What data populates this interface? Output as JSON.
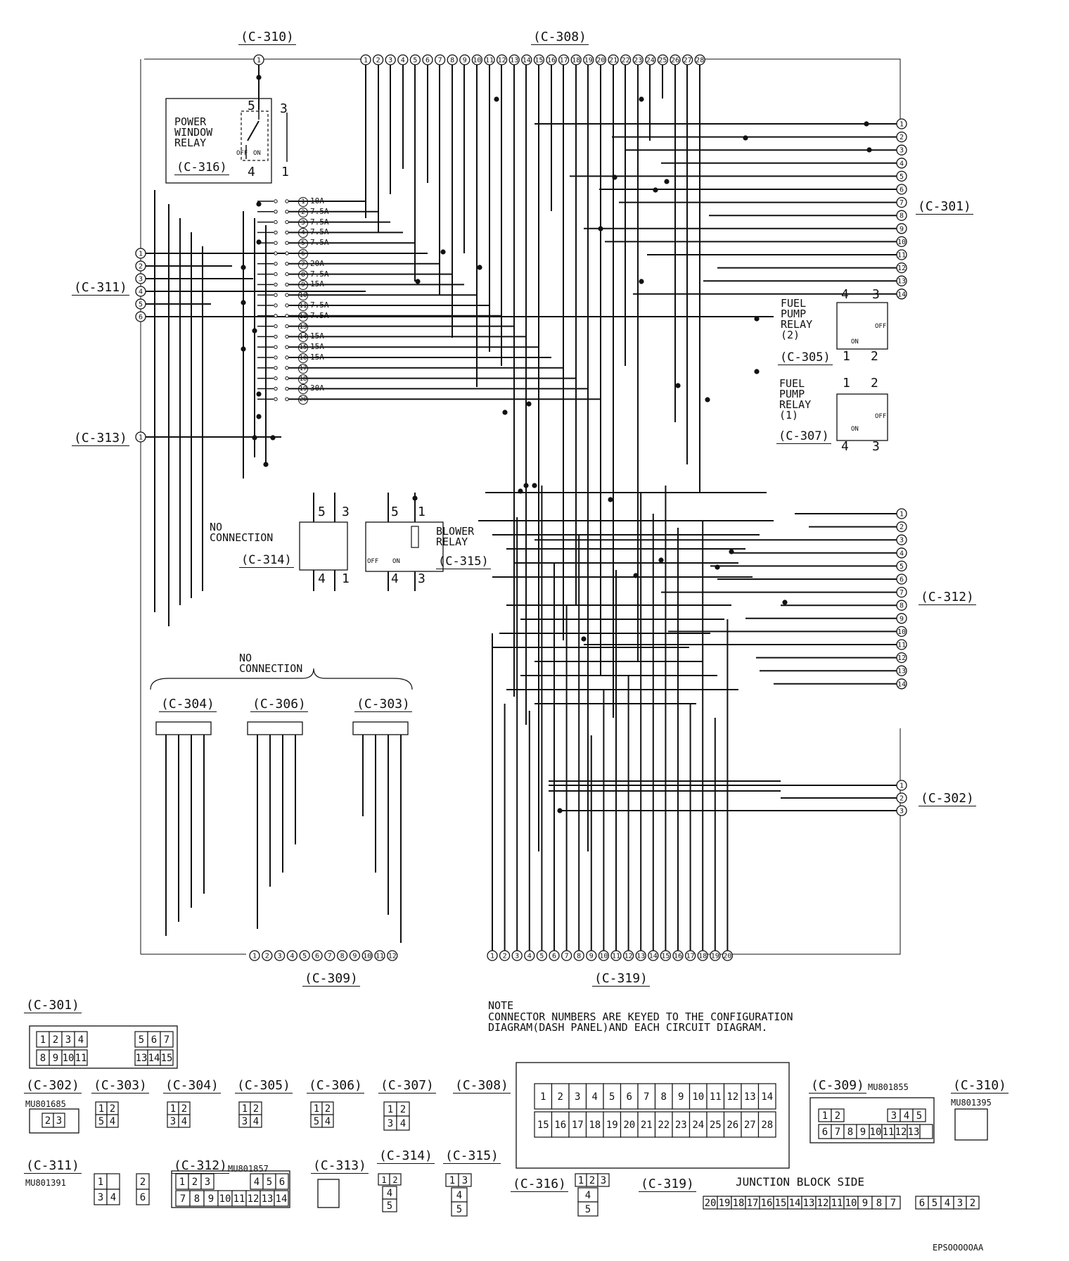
{
  "relays": {
    "power_window": {
      "id": "C-316",
      "name": "POWER\nWINDOW\nRELAY",
      "pins": [
        "5",
        "3",
        "4",
        "1"
      ],
      "off": "OFF",
      "on": "ON"
    },
    "blower": {
      "id": "C-315",
      "name": "BLOWER\nRELAY",
      "pins": [
        "5",
        "1",
        "4",
        "3"
      ],
      "off": "OFF",
      "on": "ON"
    },
    "no_conn_relay": {
      "id": "C-314",
      "name": "NO\nCONNECTION",
      "pins": [
        "5",
        "3",
        "4",
        "1"
      ]
    },
    "fuel_pump_2": {
      "id": "C-305",
      "name": "FUEL\nPUMP\nRELAY\n(2)",
      "pins": [
        "4",
        "3",
        "1",
        "2"
      ],
      "off": "OFF",
      "on": "ON"
    },
    "fuel_pump_1": {
      "id": "C-307",
      "name": "FUEL\nPUMP\nRELAY\n(1)",
      "pins": [
        "1",
        "2",
        "4",
        "3"
      ],
      "off": "OFF",
      "on": "ON"
    }
  },
  "connectors": {
    "c310": "C-310",
    "c308": "C-308",
    "c301": "C-301",
    "c311": "C-311",
    "c313": "C-313",
    "c312": "C-312",
    "c302": "C-302",
    "c309": "C-309",
    "c319": "C-319",
    "c304": "C-304",
    "c306": "C-306",
    "c303": "C-303"
  },
  "fuses": [
    {
      "n": "1",
      "rating": "10A"
    },
    {
      "n": "2",
      "rating": "7.5A"
    },
    {
      "n": "3",
      "rating": "7.5A"
    },
    {
      "n": "4",
      "rating": "7.5A"
    },
    {
      "n": "5",
      "rating": "7.5A"
    },
    {
      "n": "6",
      "rating": ""
    },
    {
      "n": "7",
      "rating": "20A"
    },
    {
      "n": "8",
      "rating": "7.5A"
    },
    {
      "n": "9",
      "rating": "15A"
    },
    {
      "n": "10",
      "rating": ""
    },
    {
      "n": "11",
      "rating": "7.5A"
    },
    {
      "n": "12",
      "rating": "7.5A"
    },
    {
      "n": "13",
      "rating": ""
    },
    {
      "n": "14",
      "rating": "15A"
    },
    {
      "n": "15",
      "rating": "15A"
    },
    {
      "n": "16",
      "rating": "15A"
    },
    {
      "n": "17",
      "rating": ""
    },
    {
      "n": "18",
      "rating": ""
    },
    {
      "n": "19",
      "rating": "30A"
    },
    {
      "n": "20",
      "rating": ""
    }
  ],
  "no_connection_label": "NO\nCONNECTION",
  "note": {
    "title": "NOTE",
    "text": "CONNECTOR NUMBERS ARE KEYED TO THE CONFIGURATION\nDIAGRAM(DASH PANEL)AND EACH CIRCUIT DIAGRAM."
  },
  "faces": {
    "c301": {
      "id": "C-301"
    },
    "c302": {
      "id": "C-302",
      "part": "MU801685"
    },
    "c303": {
      "id": "C-303"
    },
    "c304": {
      "id": "C-304"
    },
    "c305": {
      "id": "C-305"
    },
    "c306": {
      "id": "C-306"
    },
    "c307": {
      "id": "C-307"
    },
    "c308": {
      "id": "C-308"
    },
    "c309": {
      "id": "C-309",
      "part": "MU801855"
    },
    "c310": {
      "id": "C-310",
      "part": "MU801395"
    },
    "c311": {
      "id": "C-311",
      "part": "MU801391"
    },
    "c312": {
      "id": "C-312",
      "part": "MU801857"
    },
    "c313": {
      "id": "C-313"
    },
    "c314": {
      "id": "C-314"
    },
    "c315": {
      "id": "C-315"
    },
    "c316": {
      "id": "C-316"
    },
    "c319": {
      "id": "C-319",
      "caption": "JUNCTION BLOCK SIDE"
    }
  },
  "figure_code": "EPSOOOOOAA"
}
